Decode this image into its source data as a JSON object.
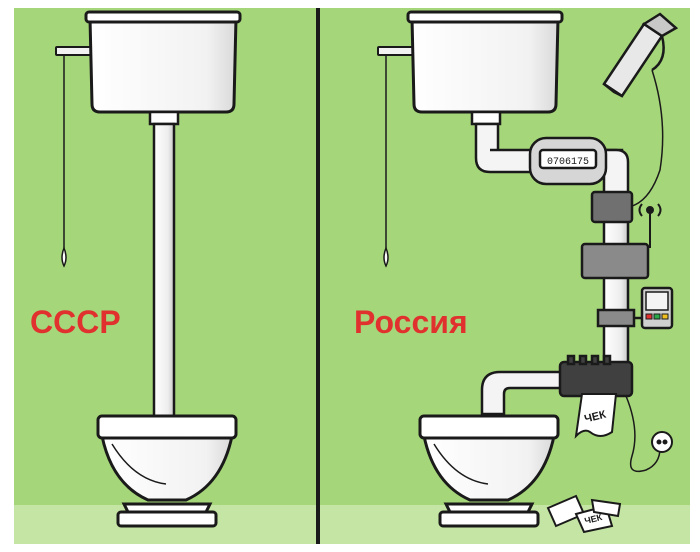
{
  "panels": {
    "left": {
      "label": "СССР"
    },
    "right": {
      "label": "Россия"
    }
  },
  "devices": {
    "meter_display": "0706175",
    "receipt_label": "ЧЕК",
    "dropped_receipt_label": "ЧЕК"
  },
  "colors": {
    "background": "#a6d67a",
    "floor": "#c4e5a3",
    "label": "#e0312e",
    "outline": "#1a1a1a",
    "porcelain": "#ffffff",
    "pipe": "#f2f2f2",
    "device": "#707070",
    "divider": "#1a1a1a"
  }
}
